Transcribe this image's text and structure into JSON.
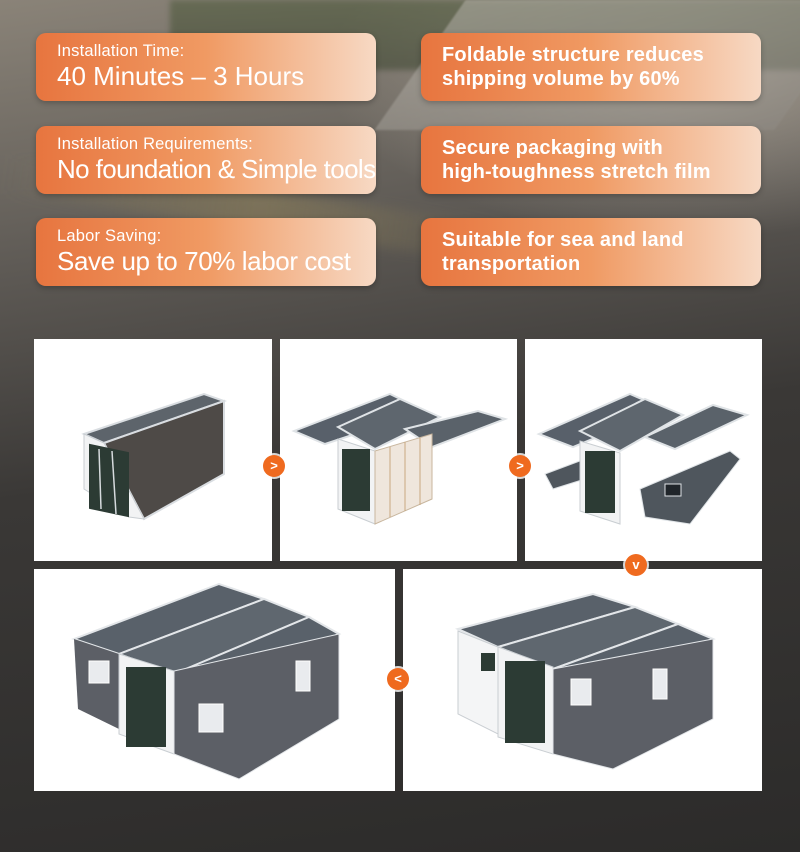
{
  "features_left": [
    {
      "label": "Installation Time:",
      "value": "40 Minutes – 3 Hours"
    },
    {
      "label": "Installation Requirements:",
      "value": "No foundation & Simple tools"
    },
    {
      "label": "Labor Saving:",
      "value": "Save up to 70% labor cost"
    }
  ],
  "features_right": [
    {
      "line1": "Foldable structure reduces",
      "line2": "shipping volume by 60%"
    },
    {
      "line1": "Secure packaging with",
      "line2": "high-toughness stretch film"
    },
    {
      "line1": "Suitable for sea and land",
      "line2": "transportation"
    }
  ],
  "arrows": {
    "right1": ">",
    "right2": ">",
    "down": "v",
    "left": "<"
  },
  "colors": {
    "accent": "#ef6a1f",
    "card_start": "#e7753f",
    "card_end": "#f7d9c4",
    "roof": "#555c63",
    "frame": "#e9ecef"
  }
}
